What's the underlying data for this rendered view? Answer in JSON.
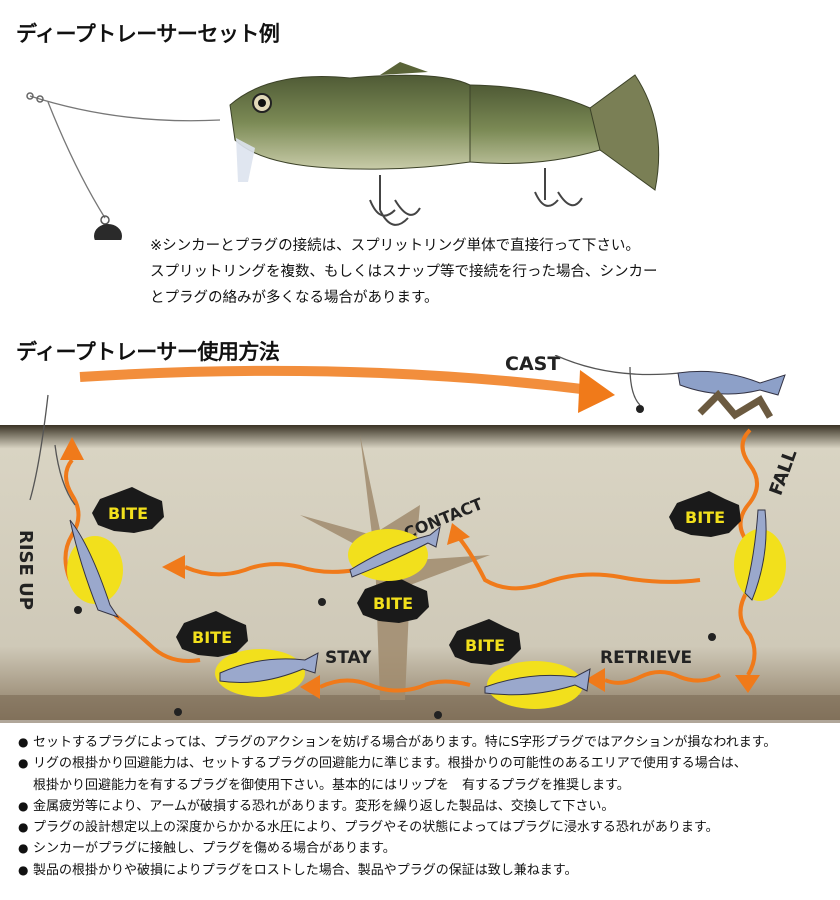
{
  "heading_setup": "ディープトレーサーセット例",
  "note_lines": [
    "※シンカーとプラグの接続は、スプリットリング単体で直接行って下さい。",
    "スプリットリングを複数、もしくはスナップ等で接続を行った場合、シンカー",
    "とプラグの絡みが多くなる場合があります。"
  ],
  "heading_usage": "ディープトレーサー使用方法",
  "diagram": {
    "cast": "CAST",
    "fall": "FALL",
    "contact": "CONTACT",
    "stay": "STAY",
    "retrieve": "RETRIEVE",
    "rise_up": "RISE UP",
    "bite": "BITE",
    "colors": {
      "water": "#cfc9b8",
      "bottom": "#7b6a55",
      "arrow": "#f07a1a",
      "tree": "#a08b6d",
      "bite_yellow": "#f2e01c"
    }
  },
  "bullets": [
    {
      "text": "セットするプラグによっては、プラグのアクションを妨げる場合があります。特にS字形プラグではアクションが損なわれます。"
    },
    {
      "text": "リグの根掛かり回避能力は、セットするプラグの回避能力に準じます。根掛かりの可能性のあるエリアで使用する場合は、",
      "cont": "根掛かり回避能力を有するプラグを御使用下さい。基本的にはリップを　有するプラグを推奨します。"
    },
    {
      "text": "金属疲労等により、アームが破損する恐れがあります。変形を繰り返した製品は、交換して下さい。"
    },
    {
      "text": "プラグの設計想定以上の深度からかかる水圧により、プラグやその状態によってはプラグに浸水する恐れがあります。"
    },
    {
      "text": "シンカーがプラグに接触し、プラグを傷める場合があります。"
    },
    {
      "text": "製品の根掛かりや破損によりプラグをロストした場合、製品やプラグの保証は致し兼ねます。"
    }
  ]
}
